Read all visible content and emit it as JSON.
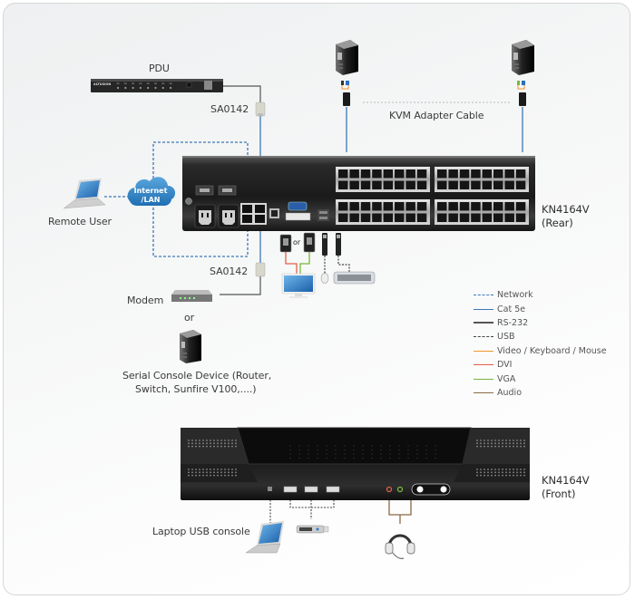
{
  "title": "KN4164V Connection Diagram",
  "labels": {
    "pdu": "PDU",
    "sa0142_top": "SA0142",
    "sa0142_bottom": "SA0142",
    "kvm_adapter_cable": "KVM Adapter Cable",
    "internet_lan_line1": "Internet",
    "internet_lan_line2": "/LAN",
    "remote_user": "Remote User",
    "modem": "Modem",
    "or_serial": "or",
    "or_video": "or",
    "serial_console_line1": "Serial Console Device (Router,",
    "serial_console_line2": "Switch, Sunfire V100,....)",
    "rear_model": "KN4164V",
    "rear_view": "(Rear)",
    "front_model": "KN4164V",
    "front_view": "(Front)",
    "laptop_usb_console": "Laptop USB console",
    "pdu_brand": "ALTUSION"
  },
  "device": {
    "rear_port_blocks": 4,
    "ports_per_block_cols": 8,
    "ports_per_block_rows": 2
  },
  "legend": [
    {
      "label": "Network",
      "color": "#3a78b5",
      "style": "dashed"
    },
    {
      "label": "Cat 5e",
      "color": "#3a78b5",
      "style": "solid"
    },
    {
      "label": "RS-232",
      "color": "#555555",
      "style": "solid"
    },
    {
      "label": "USB",
      "color": "#444444",
      "style": "dotted"
    },
    {
      "label": "Video / Keyboard / Mouse",
      "color": "#f0962a",
      "style": "solid"
    },
    {
      "label": "DVI",
      "color": "#e0604a",
      "style": "solid"
    },
    {
      "label": "VGA",
      "color": "#7ab63c",
      "style": "solid"
    },
    {
      "label": "Audio",
      "color": "#8a6a44",
      "style": "solid"
    }
  ]
}
